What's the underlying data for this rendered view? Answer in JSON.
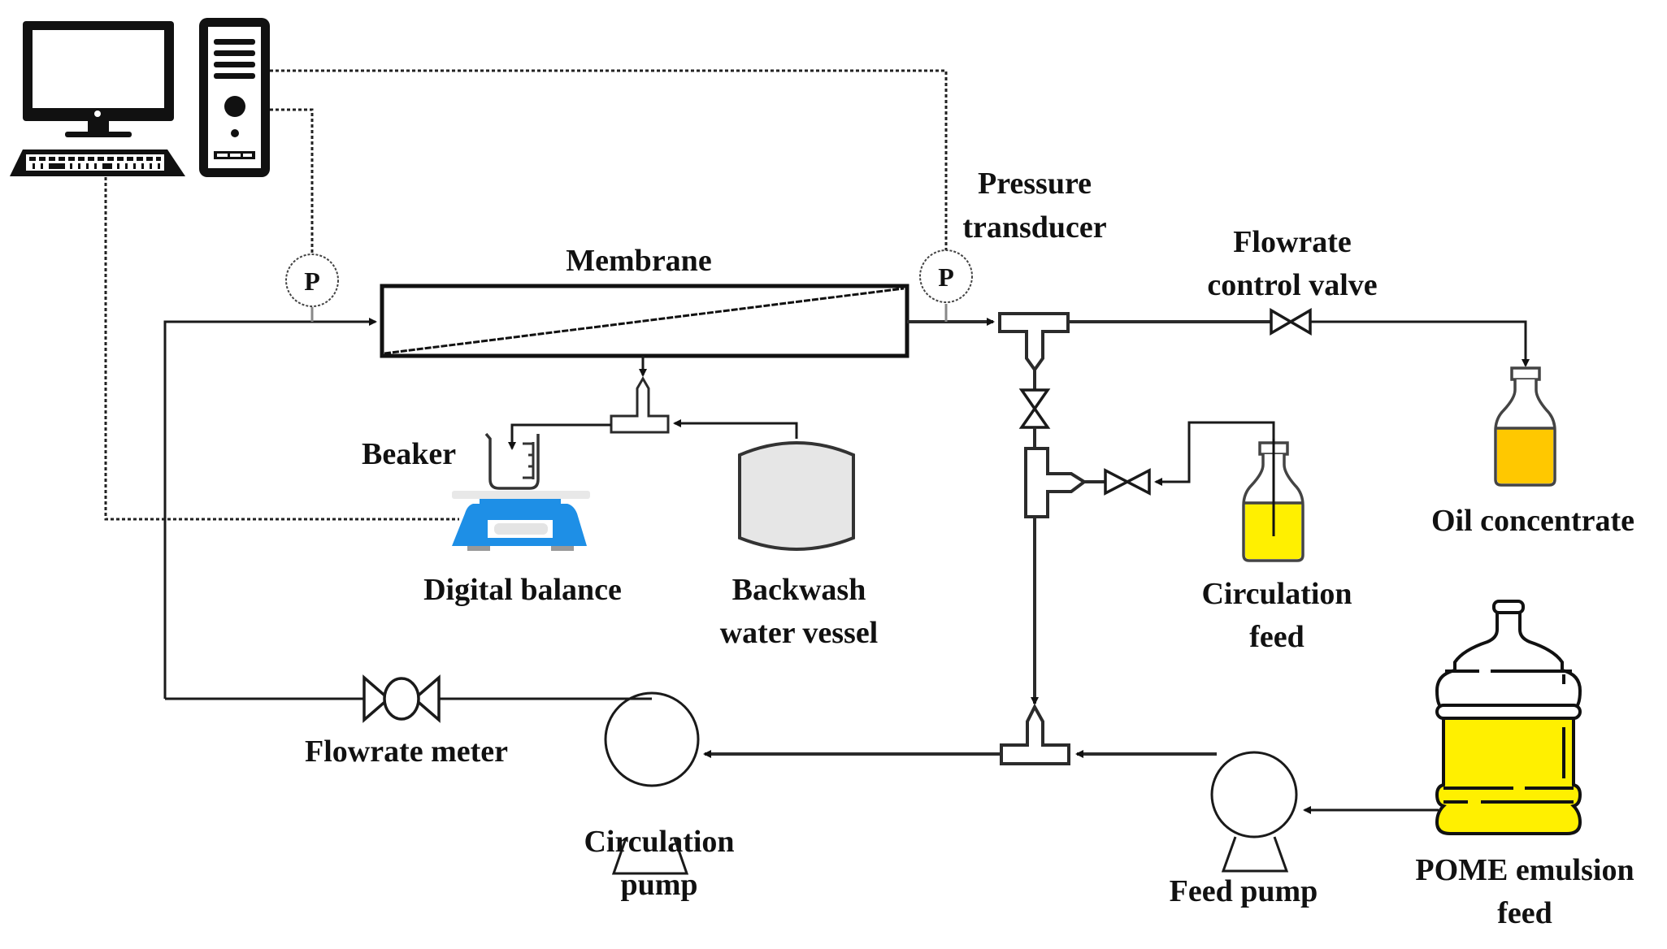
{
  "figure": {
    "type": "process-flow-schematic",
    "subject": "Membrane filtration setup for POME emulsion"
  },
  "labels": {
    "membrane": "Membrane",
    "pressure_transducer_line1": "Pressure",
    "pressure_transducer_line2": "transducer",
    "flow_valve_line1": "Flowrate",
    "flow_valve_line2": "control valve",
    "beaker": "Beaker",
    "digital_balance": "Digital balance",
    "backwash_line1": "Backwash",
    "backwash_line2": "water vessel",
    "oil_concentrate": "Oil concentrate",
    "circulation_feed_line1": "Circulation",
    "circulation_feed_line2": "feed",
    "flowrate_meter": "Flowrate meter",
    "circulation_pump_line1": "Circulation",
    "circulation_pump_line2": "pump",
    "feed_pump": "Feed pump",
    "pome_line1": "POME emulsion",
    "pome_line2": "feed"
  },
  "gauges": [
    {
      "symbol": "P"
    },
    {
      "symbol": "P"
    }
  ],
  "colors": {
    "balance_blue": "#1e8fe6",
    "oil_concentrate": "#ffc800",
    "feed_yellow": "#fff000",
    "vessel_gray": "#e6e6e6",
    "line": "#2b2b2b"
  },
  "components": [
    "Computer (monitor, keyboard, tower)",
    "Pressure transducer (inlet)",
    "Pressure transducer (outlet)",
    "Membrane",
    "Beaker",
    "Digital balance",
    "Backwash water vessel",
    "Flowrate control valve",
    "Oil concentrate",
    "Circulation feed",
    "Flowrate meter",
    "Circulation pump",
    "Feed pump",
    "POME emulsion feed"
  ]
}
